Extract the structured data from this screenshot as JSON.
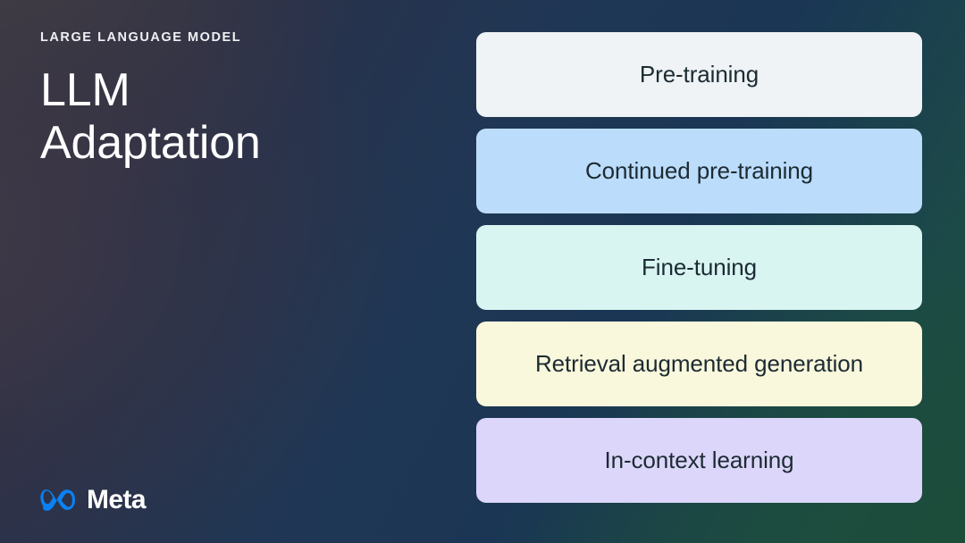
{
  "slide": {
    "eyebrow": "LARGE LANGUAGE MODEL",
    "title_line1": "LLM",
    "title_line2": "Adaptation",
    "background_colors": {
      "top_left": "#46424a",
      "top_right": "#1d3a55",
      "center": "#1b3352",
      "bottom_left": "#1e2e47",
      "bottom_right": "#1e4a3c"
    },
    "text_color": "#ffffff"
  },
  "brand": {
    "name": "Meta",
    "mark": "meta-infinity-icon",
    "mark_color": "#0a81f5",
    "word_color": "#ffffff"
  },
  "cards": [
    {
      "label": "Pre-training",
      "bg": "#eff3f5",
      "text_color": "#1c2b33"
    },
    {
      "label": "Continued pre-training",
      "bg": "#bcdcfb",
      "text_color": "#1c2b33"
    },
    {
      "label": "Fine-tuning",
      "bg": "#d9f5f2",
      "text_color": "#1c2b33"
    },
    {
      "label": "Retrieval augmented generation",
      "bg": "#faf8dc",
      "text_color": "#1c2b33"
    },
    {
      "label": "In-context learning",
      "bg": "#dcd6fa",
      "text_color": "#1c2b33"
    }
  ]
}
